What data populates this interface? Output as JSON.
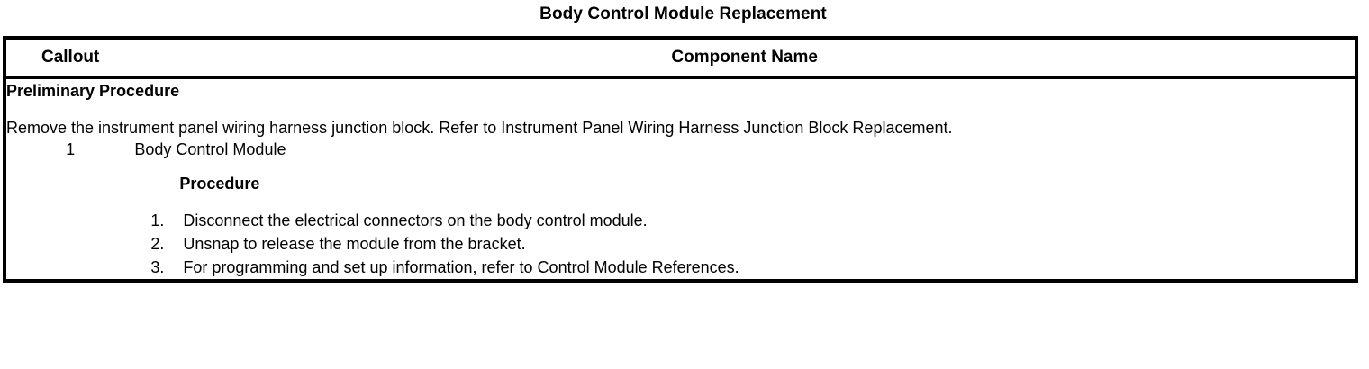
{
  "document": {
    "title": "Body Control Module Replacement"
  },
  "table": {
    "headers": {
      "callout": "Callout",
      "component_name": "Component Name"
    },
    "preliminary": {
      "heading": "Preliminary Procedure",
      "text": "Remove the instrument panel wiring harness junction block. Refer to Instrument Panel Wiring Harness Junction Block Replacement."
    },
    "rows": [
      {
        "callout": "1",
        "component_name": "Body Control Module",
        "procedure_heading": "Procedure",
        "steps": [
          {
            "number": "1.",
            "text": "Disconnect the electrical connectors on the body control module."
          },
          {
            "number": "2.",
            "text": "Unsnap to release the module from the bracket."
          },
          {
            "number": "3.",
            "text": "For programming and set up information, refer to Control Module References."
          }
        ]
      }
    ]
  }
}
